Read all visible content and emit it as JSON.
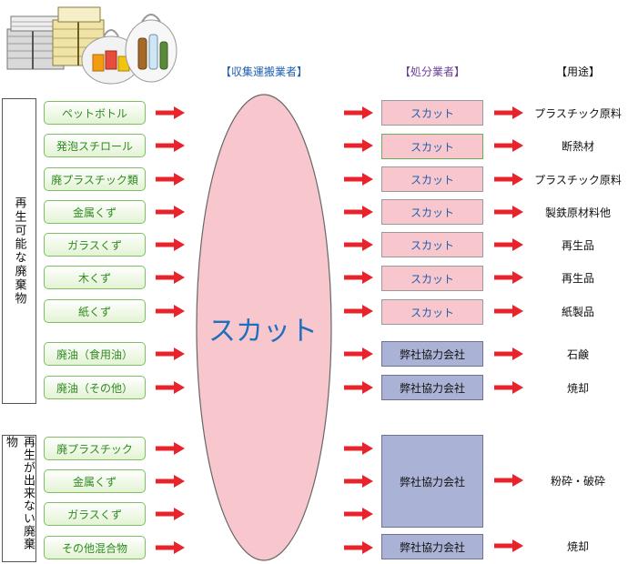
{
  "headers": {
    "transport": "【収集運搬業者】",
    "disposal": "【処分業者】",
    "use": "【用途】"
  },
  "groups": {
    "recyclable": "再生可能な廃棄物",
    "non_recyclable": "再生が出来ない廃棄物"
  },
  "center": {
    "label": "スカット",
    "color": "#f8c7ce"
  },
  "items": [
    {
      "label": "ペットボトル"
    },
    {
      "label": "発泡スチロール"
    },
    {
      "label": "廃プラスチック類"
    },
    {
      "label": "金属くず"
    },
    {
      "label": "ガラスくず"
    },
    {
      "label": "木くず"
    },
    {
      "label": "紙くず"
    },
    {
      "label": "廃油（食用油）"
    },
    {
      "label": "廃油（その他）"
    },
    {
      "label": "廃プラスチック"
    },
    {
      "label": "金属くず"
    },
    {
      "label": "ガラスくず"
    },
    {
      "label": "その他混合物"
    }
  ],
  "disposal": [
    {
      "label": "スカット"
    },
    {
      "label": "スカット"
    },
    {
      "label": "スカット"
    },
    {
      "label": "スカット"
    },
    {
      "label": "スカット"
    },
    {
      "label": "スカット"
    },
    {
      "label": "スカット"
    },
    {
      "label": "弊社協力会社"
    },
    {
      "label": "弊社協力会社"
    },
    {
      "label": "弊社協力会社"
    },
    {
      "label": "弊社協力会社"
    }
  ],
  "uses": [
    {
      "label": "プラスチック原料"
    },
    {
      "label": "断熱材"
    },
    {
      "label": "プラスチック原料"
    },
    {
      "label": "製鉄原材料他"
    },
    {
      "label": "再生品"
    },
    {
      "label": "再生品"
    },
    {
      "label": "紙製品"
    },
    {
      "label": "石鹸"
    },
    {
      "label": "焼却"
    },
    {
      "label": "粉砕・破砕"
    },
    {
      "label": "焼却"
    }
  ],
  "colors": {
    "arrow": "#e8232b",
    "source_border": "#7fbf63",
    "source_text": "#2e8b20",
    "disposal_pink": "#f8c7ce",
    "disposal_blue": "#aab2d6",
    "header_blue": "#1f5fb0",
    "header_purple": "#6a3d9a"
  },
  "illustration": {
    "icon": "garbage-bags-and-newspaper-bundles-icon"
  }
}
